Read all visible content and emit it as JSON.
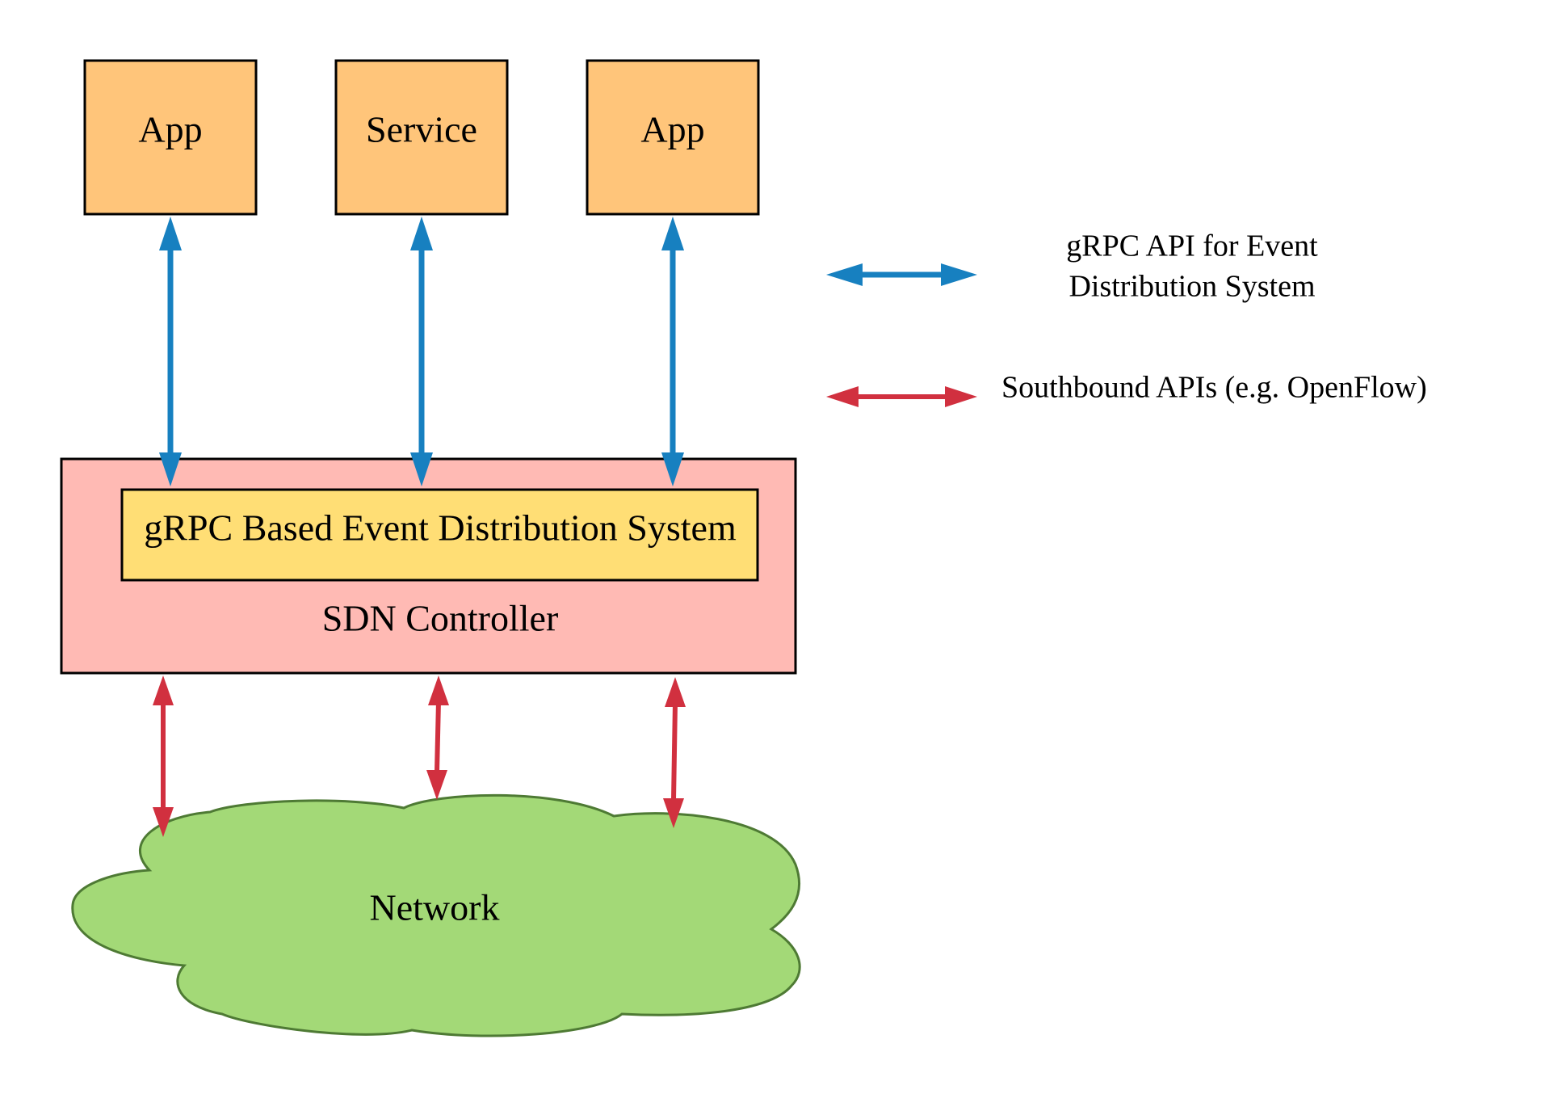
{
  "colors": {
    "app_fill": "#FFC57A",
    "controller_fill": "#FFBAB4",
    "eds_fill": "#FFDE75",
    "network_fill": "#A3D977",
    "network_stroke": "#4E7A34",
    "grpc_arrow": "#1780C0",
    "southbound_arrow": "#D1303F",
    "outline": "#000000"
  },
  "top_boxes": [
    {
      "label": "App"
    },
    {
      "label": "Service"
    },
    {
      "label": "App"
    }
  ],
  "eds": {
    "label": "gRPC Based Event Distribution System"
  },
  "controller": {
    "label": "SDN Controller"
  },
  "network": {
    "label": "Network",
    "shape": "cloud"
  },
  "legend": {
    "grpc": {
      "line1": "gRPC API for Event",
      "line2": "Distribution System",
      "arrow": "double-headed-blue"
    },
    "southbound": {
      "label": "Southbound APIs (e.g. OpenFlow)",
      "arrow": "double-headed-red"
    }
  }
}
